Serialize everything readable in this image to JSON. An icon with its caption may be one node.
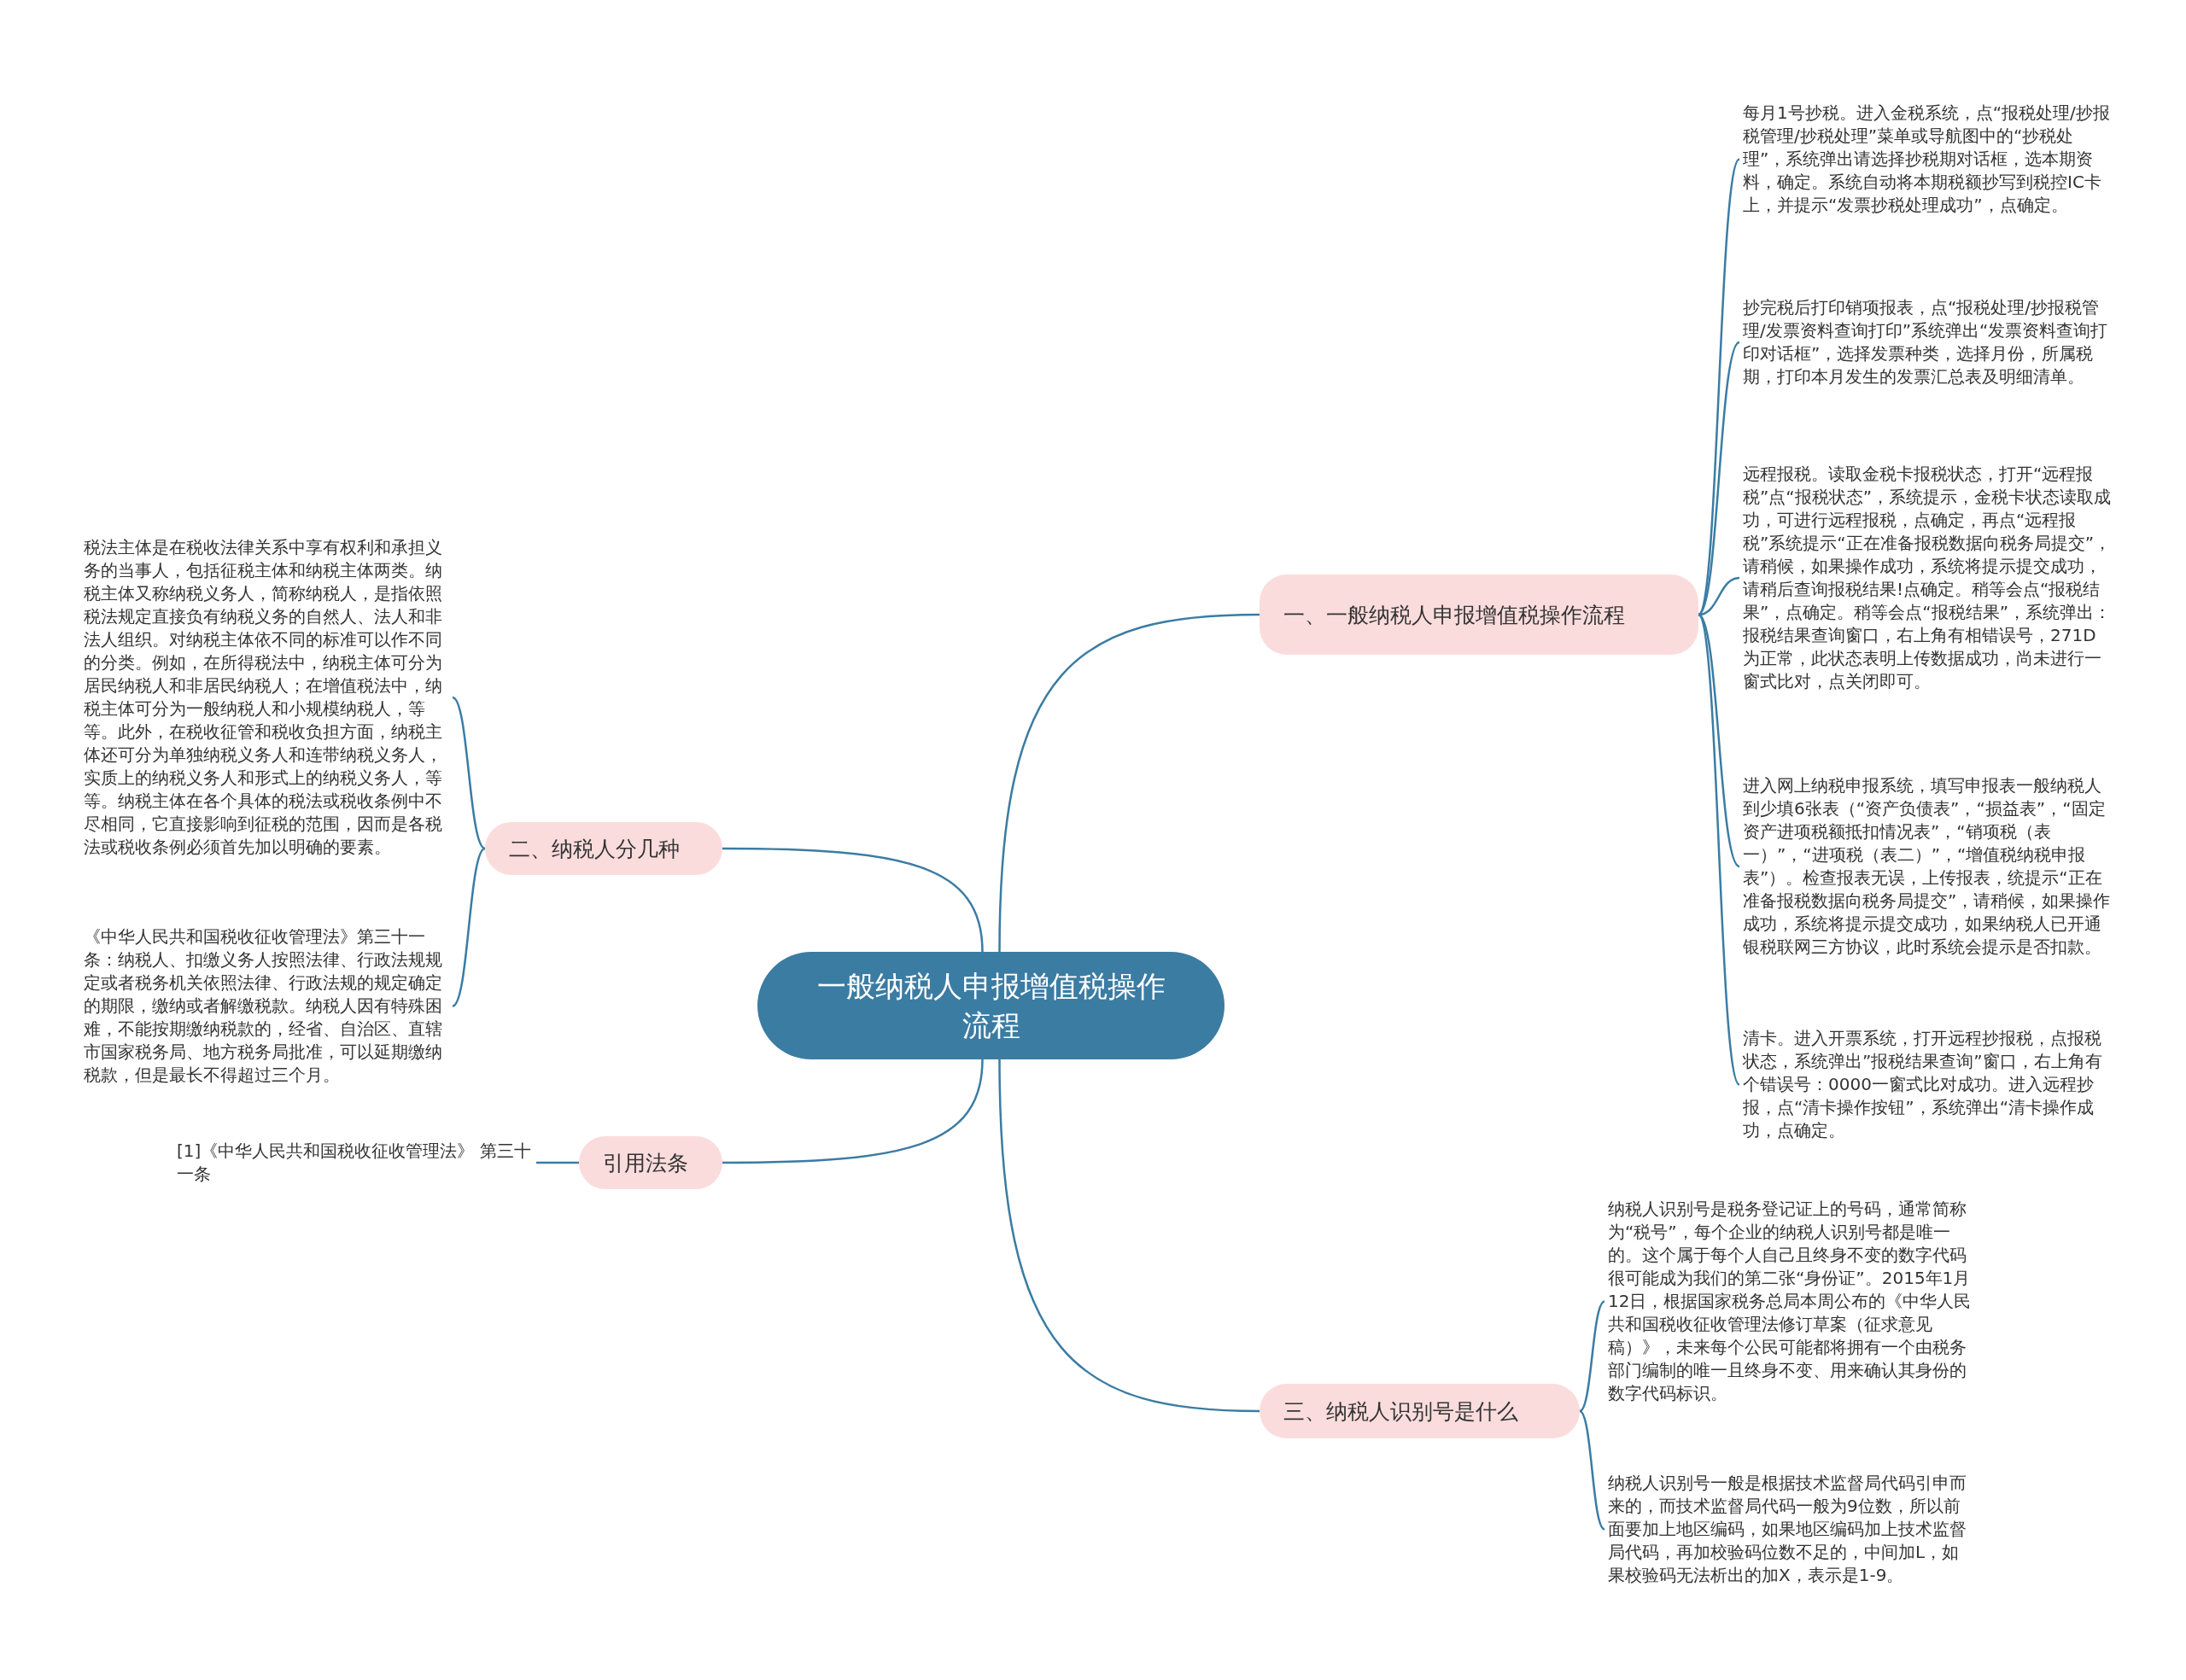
{
  "diagram": {
    "nodes": [
      {
        "text": [
          "一般纳税人申报增值税操作流程"
        ]
      },
      {
        "text": [
          "一、一般纳税人申报增值税操作流程"
        ]
      },
      {
        "text": [
          "每月1号抄税。进入金税系统，点“报税处理/抄报税管理/抄税处理”菜单或导航图中的“抄税处理”，系统弹出请选择抄税期对话框，选本期资料，确定。系统自动将本期税额抄写到税控IC卡上，并提示“发票抄税处理成功”，点确定。"
        ]
      },
      {
        "text": [
          "抄完税后打印销项报表，点“报税处理/抄报税管理/发票资料查询打印”系统弹出“发票资料查询打印对话框”，选择发票种类，选择月份，所属税期，打印本月发生的发票汇总表及明细清单。"
        ]
      },
      {
        "text": [
          "远程报税。读取金税卡报税状态，打开“远程报税”点“报税状态”，系统提示，金税卡状态读取成功，可进行远程报税，点确定，再点“远程报税”系统提示“正在准备报税数据向税务局提交”，请稍候，如果操作成功，系统将提示提交成功，请稍后查询报税结果!点确定。稍等会点“报税结果”，点确定。稍等会点“报税结果”，系统弹出：报税结果查询窗口，右上角有相错误号，271D为正常，此状态表明上传数据成功，尚未进行一窗式比对，点关闭即可。"
        ]
      },
      {
        "text": [
          "进入网上纳税申报系统，填写申报表一般纳税人到少填6张表（“资产负债表”，“损益表”，“固定资产进项税额抵扣情况表”，“销项税（表一）”，“进项税（表二）”，“增值税纳税申报表”）。检查报表无误，上传报表，统提示“正在准备报税数据向税务局提交”，请稍候，如果操作成功，系统将提示提交成功，如果纳税人已开通银税联网三方协议，此时系统会提示是否扣款。"
        ]
      },
      {
        "text": [
          "清卡。进入开票系统，打开远程抄报税，点报税状态，系统弹出”报税结果查询”窗口，右上角有个错误号：0000一窗式比对成功。进入远程抄报，点“清卡操作按钮”，系统弹出“清卡操作成功，点确定。"
        ]
      },
      {
        "text": [
          "二、纳税人分几种"
        ]
      },
      {
        "text": [
          "税法主体是在税收法律关系中享有权利和承担义务的当事人，包括征税主体和纳税主体两类。纳税主体又称纳税义务人，简称纳税人，是指依照税法规定直接负有纳税义务的自然人、法人和非法人组织。对纳税主体依不同的标准可以作不同的分类。例如，在所得税法中，纳税主体可分为居民纳税人和非居民纳税人；在增值税法中，纳税主体可分为一般纳税人和小规模纳税人，等等。此外，在税收征管和税收负担方面，纳税主体还可分为单独纳税义务人和连带纳税义务人，实质上的纳税义务人和形式上的纳税义务人，等等。纳税主体在各个具体的税法或税收条例中不尽相同，它直接影响到征税的范围，因而是各税法或税收条例必须首先加以明确的要素。"
        ]
      },
      {
        "text": [
          "《中华人民共和国税收征收管理法》第三十一条：纳税人、扣缴义务人按照法律、行政法规规定或者税务机关依照法律、行政法规的规定确定的期限，缴纳或者解缴税款。纳税人因有特殊困难，不能按期缴纳税款的，经省、自治区、直辖市国家税务局、地方税务局批准，可以延期缴纳税款，但是最长不得超过三个月。"
        ]
      },
      {
        "text": [
          "引用法条"
        ]
      },
      {
        "text": [
          "[1]《中华人民共和国税收征收管理法》 第三十一条"
        ]
      },
      {
        "text": [
          "三、纳税人识别号是什么"
        ]
      },
      {
        "text": [
          "纳税人识别号是税务登记证上的号码，通常简称为“税号”，每个企业的纳税人识别号都是唯一的。这个属于每个人自己且终身不变的数字代码很可能成为我们的第二张“身份证”。2015年1月12日，根据国家税务总局本周公布的《中华人民共和国税收征收管理法修订草案（征求意见稿）》，未来每个公民可能都将拥有一个由税务部门编制的唯一且终身不变、用来确认其身份的数字代码标识。"
        ]
      },
      {
        "text": [
          "纳税人识别号一般是根据技术监督局代码引申而来的，而技术监督局代码一般为9位数，所以前面要加上地区编码，如果地区编码加上技术监督局代码，再加校验码位数不足的，中间加L，如果校验码无法析出的加X，表示是1-9。"
        ]
      }
    ],
    "edges": [
      {
        "from": 0,
        "to": 1,
        "arrow": "none"
      },
      {
        "from": 1,
        "to": 2,
        "arrow": "none"
      },
      {
        "from": 1,
        "to": 3,
        "arrow": "none"
      },
      {
        "from": 1,
        "to": 4,
        "arrow": "none"
      },
      {
        "from": 1,
        "to": 5,
        "arrow": "none"
      },
      {
        "from": 1,
        "to": 6,
        "arrow": "none"
      },
      {
        "from": 0,
        "to": 7,
        "arrow": "none"
      },
      {
        "from": 7,
        "to": 8,
        "arrow": "none"
      },
      {
        "from": 7,
        "to": 9,
        "arrow": "none"
      },
      {
        "from": 0,
        "to": 10,
        "arrow": "none"
      },
      {
        "from": 10,
        "to": 11,
        "arrow": "none"
      },
      {
        "from": 0,
        "to": 12,
        "arrow": "none"
      },
      {
        "from": 12,
        "to": 13,
        "arrow": "none"
      },
      {
        "from": 12,
        "to": 14,
        "arrow": "none"
      }
    ]
  }
}
